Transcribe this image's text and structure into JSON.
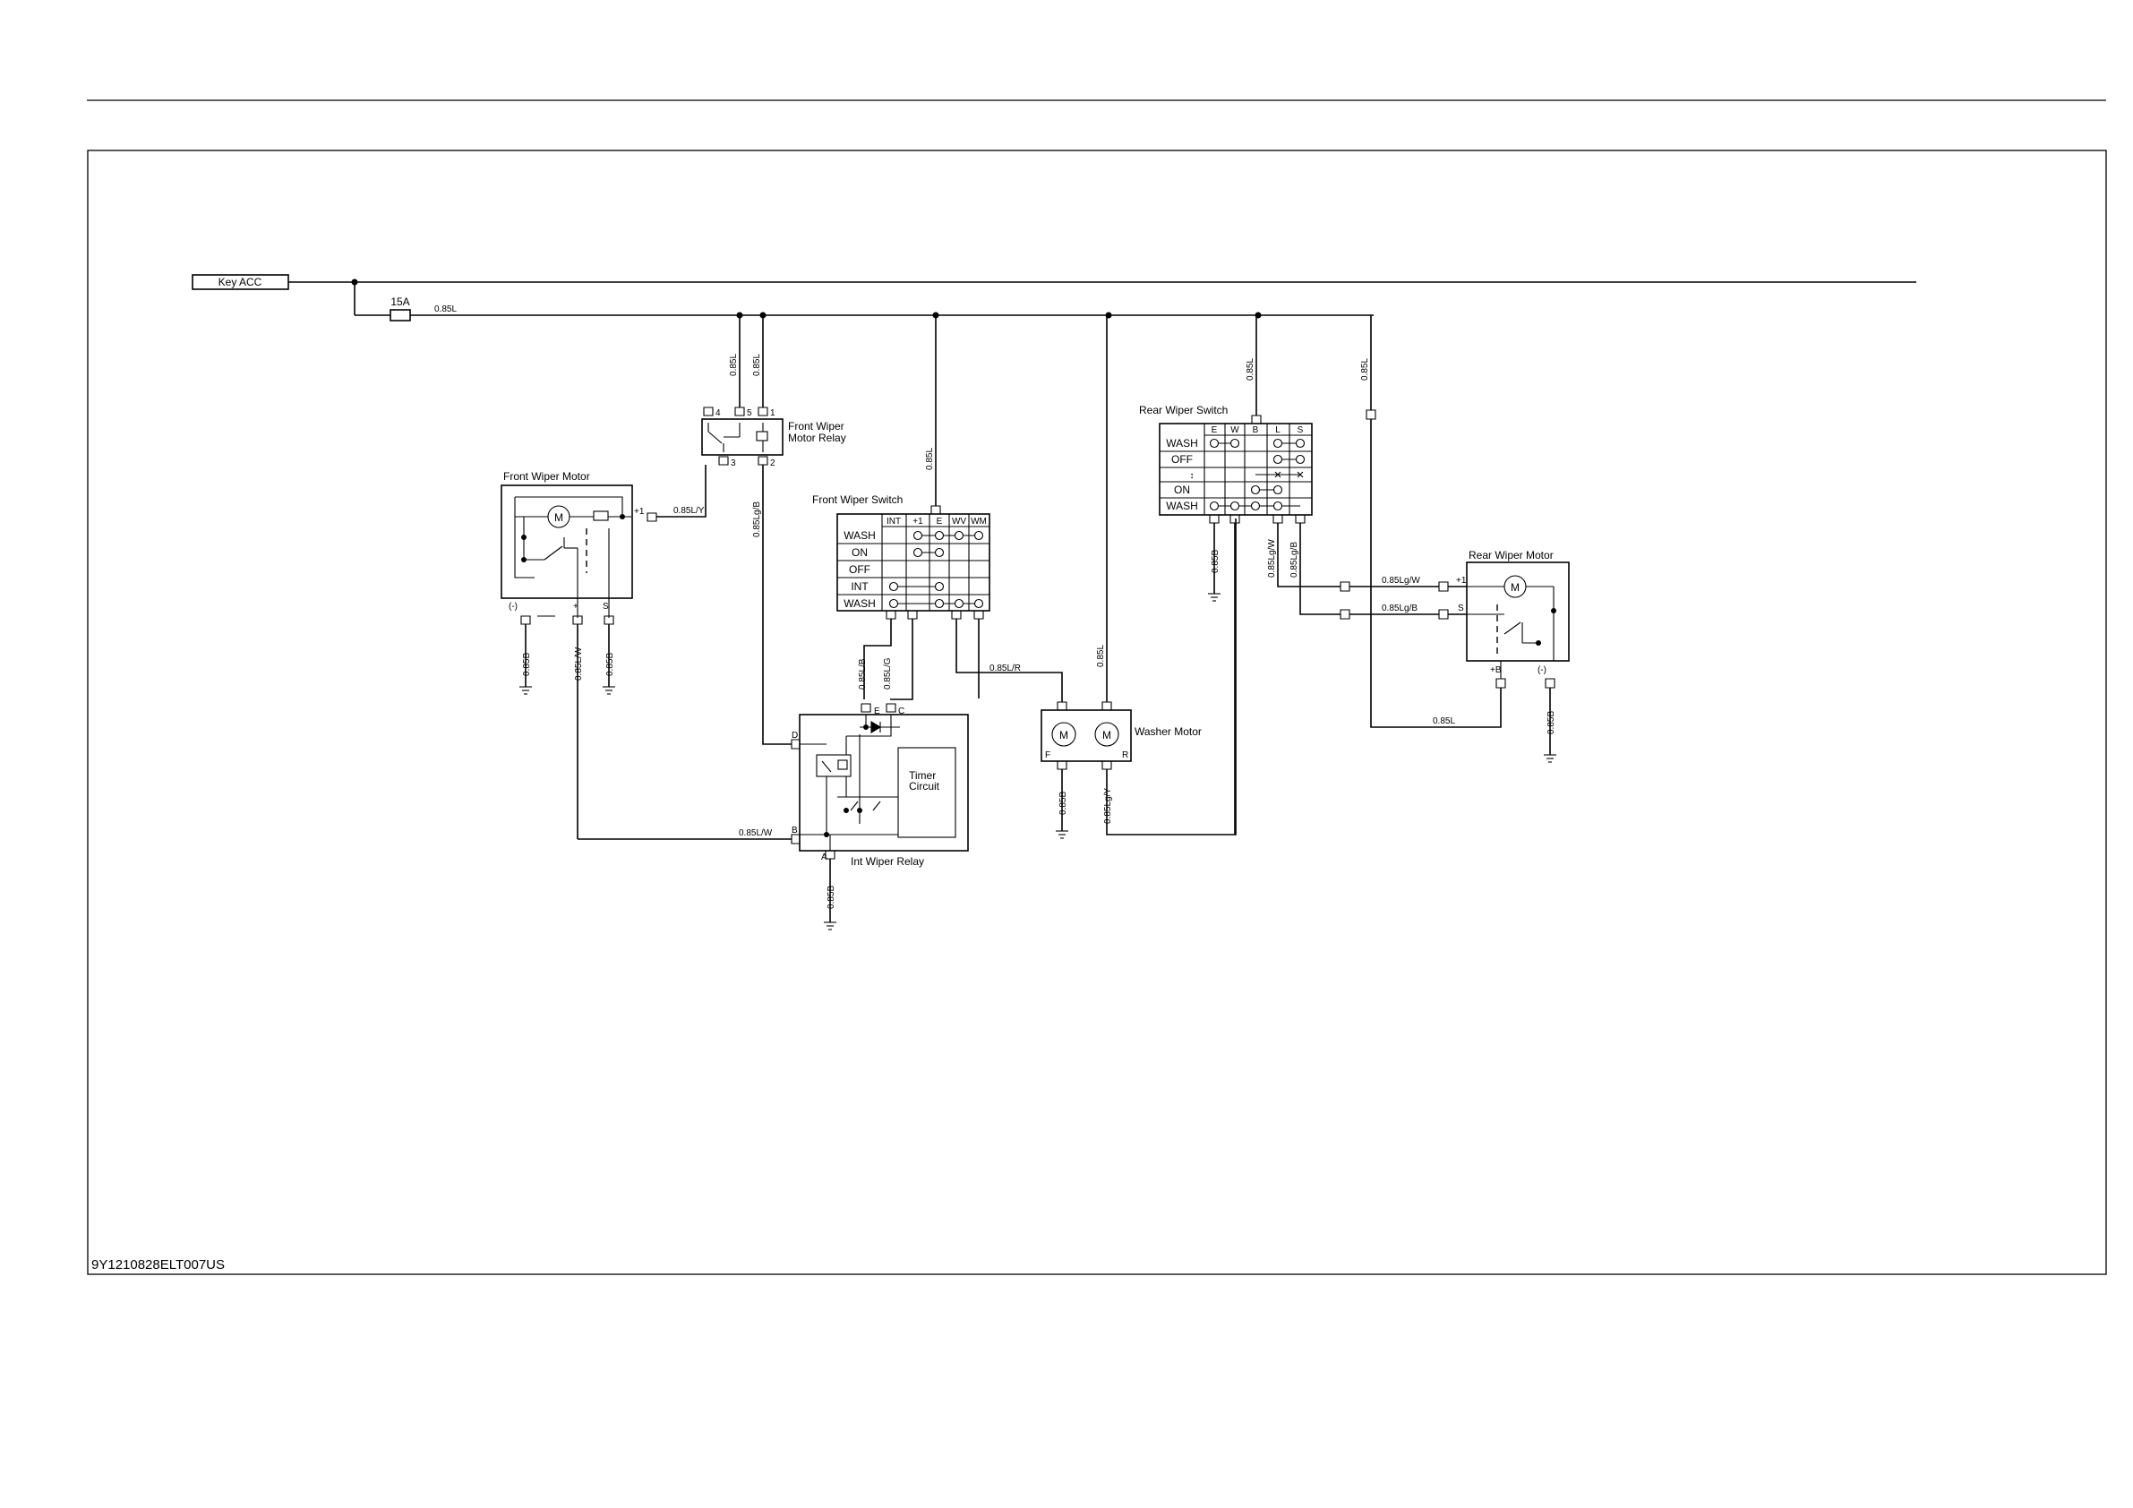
{
  "document_code": "9Y1210828ELT007US",
  "power": {
    "key_acc": "Key ACC",
    "fuse": "15A"
  },
  "components": {
    "front_wiper_motor": "Front Wiper Motor",
    "front_wiper_motor_relay": "Front Wiper\nMotor Relay",
    "front_wiper_switch": "Front Wiper Switch",
    "rear_wiper_switch": "Rear Wiper Switch",
    "rear_wiper_motor": "Rear Wiper Motor",
    "washer_motor": "Washer Motor",
    "int_wiper_relay": "Int Wiper Relay",
    "timer_circuit": "Timer\nCircuit"
  },
  "front_wiper_switch_table": {
    "columns": [
      "INT",
      "+1",
      "E",
      "WV",
      "WM"
    ],
    "rows": [
      "WASH",
      "ON",
      "OFF",
      "INT",
      "WASH"
    ]
  },
  "rear_wiper_switch_table": {
    "columns": [
      "E",
      "W",
      "B",
      "L",
      "S"
    ],
    "rows": [
      "WASH",
      "OFF",
      "↕",
      "ON",
      "WASH"
    ]
  },
  "wires": {
    "main_bus": "0.85L",
    "relay_feed_a": "0.85L",
    "relay_feed_b": "0.85L",
    "fws_feed": "0.85L",
    "washer_feed": "0.85L",
    "rws_feed": "0.85L",
    "rear_motor_feed": "0.85L",
    "rear_motor_return": "0.85L",
    "relay_to_motor": "0.85L/Y",
    "relay_to_int": "0.85Lg/B",
    "fwm_ground": "0.85B",
    "fwm_plus": "0.85L/W",
    "fwm_s": "0.85B",
    "int_b": "0.85L/W",
    "fws_to_int_e": "0.85L/B",
    "fws_to_int_c": "0.85L/G",
    "fws_to_washer": "0.85L/R",
    "int_ground": "0.85B",
    "washer_ground": "0.85B",
    "washer_return": "0.85Lg/Y",
    "rws_ground": "0.85B",
    "rws_to_rwm_1": "0.85Lg/W",
    "rws_to_rwm_s": "0.85Lg/B",
    "rwm_ground": "0.85B"
  },
  "terminals": {
    "relay": [
      "4",
      "5",
      "1",
      "3",
      "2"
    ],
    "fwm_plus1": "+1",
    "fwm_bottom": [
      "(-)",
      "+",
      "S"
    ],
    "int": [
      "E",
      "C",
      "D",
      "B",
      "A"
    ],
    "washer": [
      "F",
      "R"
    ],
    "rwm": [
      "+1",
      "S",
      "+B",
      "(-)"
    ],
    "motor_symbol": "M"
  }
}
